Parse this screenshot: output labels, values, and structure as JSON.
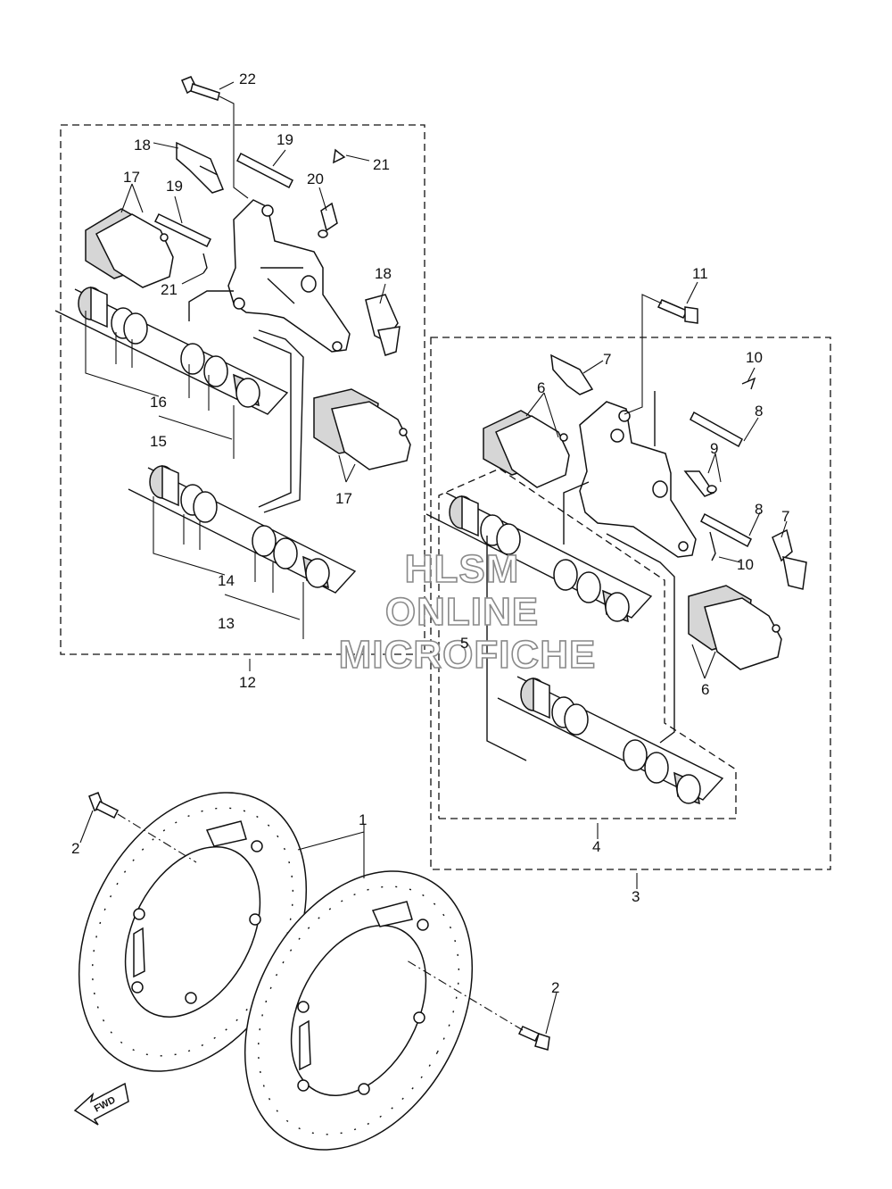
{
  "callouts": {
    "p1": "1",
    "p2a": "2",
    "p2b": "2",
    "p3": "3",
    "p4": "4",
    "p5": "5",
    "p6a": "6",
    "p6b": "6",
    "p7a": "7",
    "p7b": "7",
    "p8a": "8",
    "p8b": "8",
    "p9": "9",
    "p10a": "10",
    "p10b": "10",
    "p11": "11",
    "p12": "12",
    "p13": "13",
    "p14": "14",
    "p15": "15",
    "p16": "16",
    "p17a": "17",
    "p17b": "17",
    "p18a": "18",
    "p18b": "18",
    "p19a": "19",
    "p19b": "19",
    "p20": "20",
    "p21a": "21",
    "p21b": "21",
    "p22": "22"
  },
  "watermark": {
    "line1": "HLSM",
    "line2": "ONLINE",
    "line3": "MICROFICHE"
  },
  "direction_badge": {
    "label": "FWD"
  }
}
